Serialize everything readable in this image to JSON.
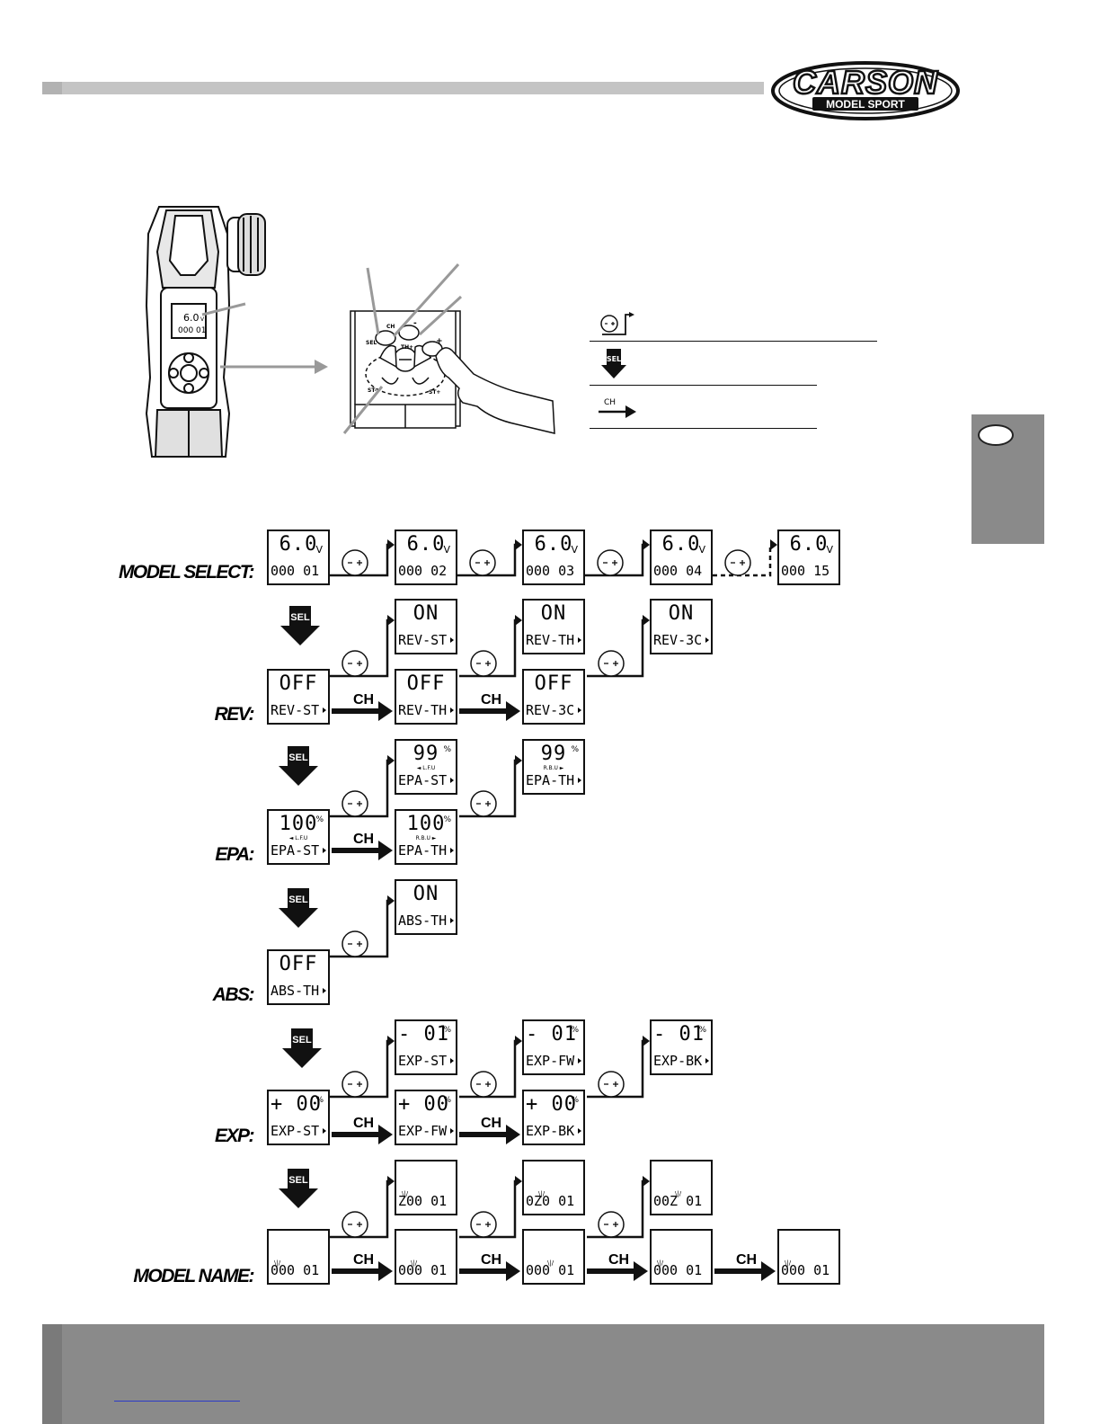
{
  "brand": {
    "name": "CARSON",
    "tagline": "MODEL SPORT"
  },
  "illustration": {
    "lcd_line1": "6.0",
    "lcd_unit": "V",
    "lcd_line2": "000 01",
    "key_labels": {
      "sel": "SEL",
      "ch": "CH",
      "th_plus": "TH+",
      "st_minus": "ST-",
      "st_plus": "ST+",
      "minus": "-",
      "plus": "+"
    }
  },
  "legend": {
    "items": [
      {
        "icon": "minus-plus-key-icon",
        "text": ""
      },
      {
        "icon": "sel-key-icon",
        "label": "SEL",
        "text": ""
      },
      {
        "icon": "ch-key-icon",
        "label": "CH",
        "text": ""
      }
    ]
  },
  "flow": {
    "labels": {
      "model_select": "MODEL SELECT:",
      "rev": "REV:",
      "epa": "EPA:",
      "abs": "ABS:",
      "exp": "EXP:",
      "model_name": "MODEL NAME:"
    },
    "keys": {
      "sel": "SEL",
      "ch": "CH"
    },
    "model_select": [
      {
        "l1": "6.0",
        "l2": "000 01"
      },
      {
        "l1": "6.0",
        "l2": "000 02"
      },
      {
        "l1": "6.0",
        "l2": "000 03"
      },
      {
        "l1": "6.0",
        "l2": "000 04"
      },
      {
        "l1": "6.0",
        "l2": "000 15"
      }
    ],
    "unit_v": "V",
    "percent": "%",
    "rev_on": [
      {
        "l1": "ON",
        "l2": "REV-ST"
      },
      {
        "l1": "ON",
        "l2": "REV-TH"
      },
      {
        "l1": "ON",
        "l2": "REV-3C"
      }
    ],
    "rev_off": [
      {
        "l1": "OFF",
        "l2": "REV-ST"
      },
      {
        "l1": "OFF",
        "l2": "REV-TH"
      },
      {
        "l1": "OFF",
        "l2": "REV-3C"
      }
    ],
    "epa_top": [
      {
        "l1": "99",
        "sub": "◄ L.F.U",
        "l2": "EPA-ST"
      },
      {
        "l1": "99",
        "sub": "R.B.U ►",
        "l2": "EPA-TH"
      }
    ],
    "epa_bottom": [
      {
        "l1": "100",
        "sub": "◄ L.F.U",
        "l2": "EPA-ST"
      },
      {
        "l1": "100",
        "sub": "R.B.U ►",
        "l2": "EPA-TH"
      }
    ],
    "abs_on": {
      "l1": "ON",
      "l2": "ABS-TH"
    },
    "abs_off": {
      "l1": "OFF",
      "l2": "ABS-TH"
    },
    "exp_top": [
      {
        "l1": "- 01",
        "l2": "EXP-ST"
      },
      {
        "l1": "- 01",
        "l2": "EXP-FW"
      },
      {
        "l1": "- 01",
        "l2": "EXP-BK"
      }
    ],
    "exp_bottom": [
      {
        "l1": "+ 00",
        "l2": "EXP-ST"
      },
      {
        "l1": "+ 00",
        "l2": "EXP-FW"
      },
      {
        "l1": "+ 00",
        "l2": "EXP-BK"
      }
    ],
    "name_top": [
      {
        "l2": "Z00 01"
      },
      {
        "l2": "0Z0 01"
      },
      {
        "l2": "00Z 01"
      }
    ],
    "name_bottom": [
      {
        "l2": "000 01"
      },
      {
        "l2": "000 01"
      },
      {
        "l2": "000 01"
      },
      {
        "l2": "000 01"
      },
      {
        "l2": "000 01"
      }
    ]
  }
}
